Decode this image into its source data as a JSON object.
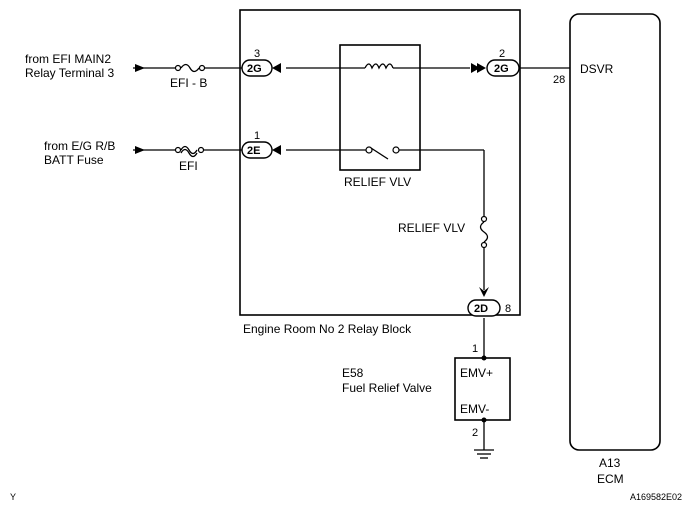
{
  "sources": {
    "efi_main2_line1": "from EFI MAIN2",
    "efi_main2_line2": "Relay Terminal 3",
    "eg_rb_line1": "from E/G R/B",
    "eg_rb_line2": "BATT Fuse"
  },
  "fuses": {
    "efi_b": "EFI - B",
    "efi": "EFI",
    "relief_vlv": "RELIEF VLV"
  },
  "relay_block": {
    "label": "Engine Room No  2 Relay Block",
    "relay_label": "RELIEF VLV",
    "connectors": {
      "c2g_left": "2G",
      "c2g_left_pin": "3",
      "c2g_right": "2G",
      "c2g_right_pin": "2",
      "c2e": "2E",
      "c2e_pin": "1",
      "c2d": "2D",
      "c2d_pin": "8"
    }
  },
  "ecm": {
    "code": "A13",
    "name": "ECM",
    "terminal": "DSVR",
    "pin": "28"
  },
  "valve": {
    "code": "E58",
    "name": "Fuel Relief Valve",
    "term_pos": "EMV+",
    "term_neg": "EMV-",
    "pin_pos": "1",
    "pin_neg": "2"
  },
  "footer": {
    "left_mark": "Y",
    "figure_id": "A169582E02"
  }
}
